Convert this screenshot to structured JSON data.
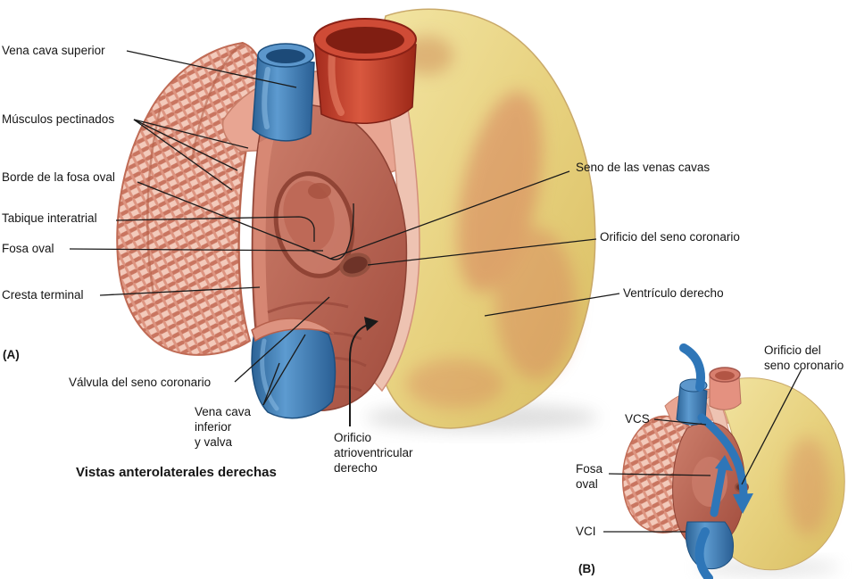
{
  "figure": {
    "panel_a_tag": "(A)",
    "panel_b_tag": "(B)",
    "caption": "Vistas anterolaterales derechas",
    "labels_a": {
      "vena_cava_superior": "Vena cava superior",
      "musculos_pectinados": "Músculos pectinados",
      "borde_fosa_oval": "Borde de la fosa oval",
      "tabique_interatrial": "Tabique interatrial",
      "fosa_oval": "Fosa oval",
      "cresta_terminal": "Cresta terminal",
      "valvula_seno_coronario": "Válvula del seno coronario",
      "vena_cava_inferior": "Vena cava\ninferior\ny valva",
      "orificio_atrioventricular": "Orificio\natrioventricular\nderecho",
      "seno_venas_cavas": "Seno de las venas cavas",
      "orificio_seno_coronario": "Orificio del seno coronario",
      "ventriculo_derecho": "Ventrículo derecho"
    },
    "labels_b": {
      "orificio_seno_coronario": "Orificio del\nseno coronario",
      "vcs": "VCS",
      "fosa_oval": "Fosa\noval",
      "vci": "VCI"
    },
    "colors": {
      "vein_blue": "#3c7fbe",
      "artery_red": "#c6402e",
      "fat_yellow": "#e8d27e",
      "muscle_pink": "#e5a18e",
      "atrium_interior_red": "#bf6a58",
      "leader_line": "#1a1a1a",
      "background": "#ffffff"
    }
  }
}
